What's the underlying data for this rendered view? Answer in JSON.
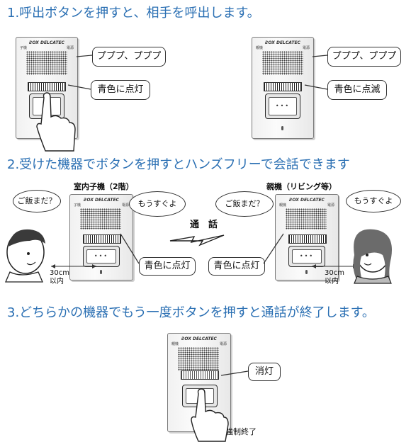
{
  "steps": {
    "step1": "1.呼出ボタンを押すと、相手を呼出します。",
    "step2": "2.受けた機器でボタンを押すとハンズフリーで会話できます",
    "step3": "3.どちらかの機器でもう一度ボタンを押すと通話が終了します。"
  },
  "device": {
    "brand": "ƧOX DELCATEC",
    "label_left_child": "子機",
    "label_left_parent": "親機",
    "label_right": "電源",
    "button_dots": "•••"
  },
  "section1": {
    "left_ring": "プププ、プププ",
    "left_status": "青色に点灯",
    "right_ring": "プププ、プププ",
    "right_status": "青色に点滅"
  },
  "section2": {
    "left_device_title": "室内子機（2階）",
    "right_device_title": "親機（リビング等）",
    "call_label": "通　話",
    "left_device_speech": "もうすぐよ",
    "left_person_speech": "ご飯まだ？",
    "right_device_speech": "ご飯まだ？",
    "right_person_speech": "もうすぐよ",
    "left_status": "青色に点灯",
    "right_status": "青色に点灯",
    "left_distance": "30cm\n以内",
    "right_distance": "30cm\n以内"
  },
  "section3": {
    "status": "消灯",
    "forced_end": "強制終了"
  },
  "colors": {
    "step_text": "#2a6fb3",
    "device_border": "#7a7a7a"
  }
}
